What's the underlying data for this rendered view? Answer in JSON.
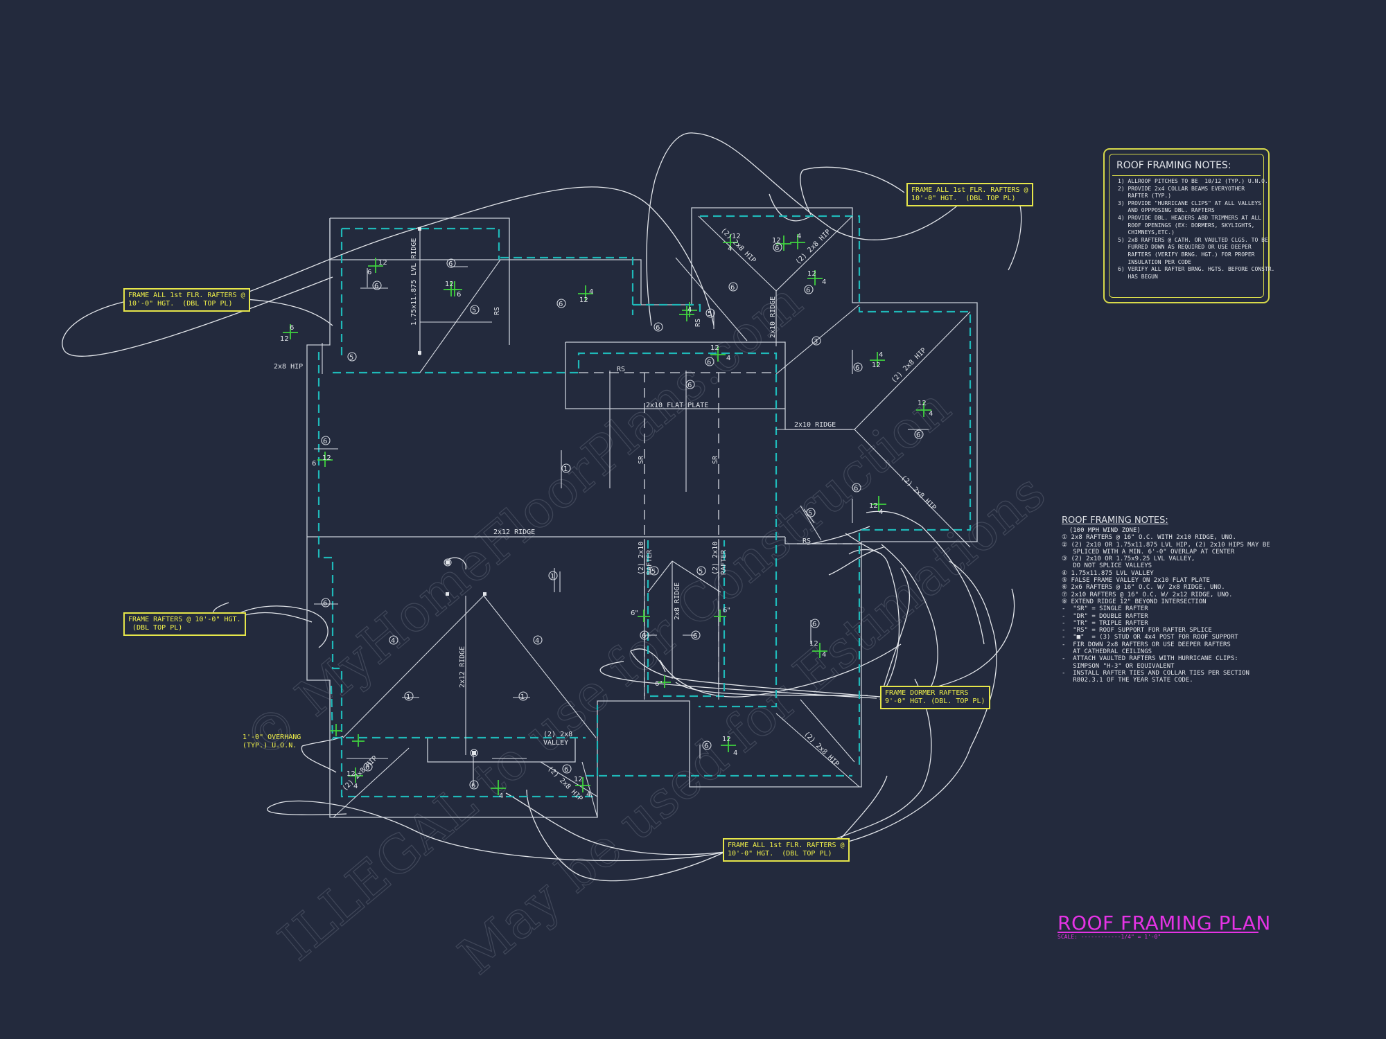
{
  "drawing": {
    "title": "ROOF FRAMING PLAN",
    "scale": "SCALE: ------------1/4\" = 1'-0\"",
    "watermark": {
      "line1": "© MyHomeFloorPlans.com",
      "line2": "ILLEGAL to use for Construction",
      "line3": "May be used for Estimations"
    }
  },
  "callouts": {
    "frame_left_top": "FRAME ALL 1st FLR. RAFTERS @\n10'-0\" HGT.  (DBL TOP PL)",
    "frame_top_right": "FRAME ALL 1st FLR. RAFTERS @\n10'-0\" HGT.  (DBL TOP PL)",
    "frame_left_mid": "FRAME RAFTERS @ 10'-0\" HGT.\n (DBL TOP PL)",
    "frame_dormer": "FRAME DORMER RAFTERS\n9'-0\" HGT. (DBL. TOP PL)",
    "frame_bottom": "FRAME ALL 1st FLR. RAFTERS @\n10'-0\" HGT.  (DBL TOP PL)",
    "overhang": "1'-0\" OVERHANG\n(TYP.) U.O.N."
  },
  "labels": {
    "lvl_ridge": "1.75x11.875 LVL RIDGE",
    "hip_2x8_left": "2x8 HIP",
    "hip_top_left": "(2) 2x8 HIP",
    "hip_top_right": "(2) 2x8 HIP",
    "ridge_2x10_vert": "2x10 RIDGE",
    "hip_right_top": "(2) 2x8 HIP",
    "hip_right_bottom": "(2) 2x8 HIP",
    "ridge_2x10_horiz": "2x10 RIDGE",
    "flat_plate": "2x10 FLAT PLATE",
    "rs": "RS",
    "sr": "SR",
    "ridge_2x12_horiz": "2x12 RIDGE",
    "ridge_2x12_vert": "2x12 RIDGE",
    "rafter_2x10": "(2) 2x10\nRAFTER",
    "ridge_2x8": "2x8 RIDGE",
    "valley": "(2) 2x8\nVALLEY",
    "hip_bottom_left": "(2) 2x8 HIP",
    "hip_bottom_mid": "(2) 2x8 HIP",
    "hip_bottom_right": "(2) 2x8 HIP",
    "pitch_six": "6",
    "pitch_twelve": "12",
    "pitch_four": "4",
    "six_inch": "6\""
  },
  "notes_box": {
    "title": "ROOF FRAMING NOTES:",
    "items": [
      "1) ALLROOF PITCHES TO BE  10/12 (TYP.) U.N.O.",
      "2) PROVIDE 2x4 COLLAR BEAMS EVERYOTHER",
      "   RAFTER (TYP.)",
      "3) PROVIDE \"HURRICANE CLIPS\" AT ALL VALLEYS",
      "   AND OPPPOSING DBL. RAFTERS",
      "4) PROVIDE DBL. HEADERS ABD TRIMMERS AT ALL",
      "   ROOF OPENINGS (EX: DORMERS, SKYLIGHTS,",
      "   CHIMNEYS,ETC.)",
      "5) 2x8 RAFTERS @ CATH. OR VAULTED CLGS. TO BE",
      "   FURRED DOWN AS REQUIRED OR USE DEEPER",
      "   RAFTERS (VERIFY BRNG. HGT.) FOR PROPER",
      "   INSULATION PER CODE",
      "6) VERIFY ALL RAFTER BRNG. HGTS. BEFORE CONSTR.",
      "   HAS BEGUN"
    ]
  },
  "general_notes": {
    "title": "ROOF FRAMING NOTES:",
    "items": [
      "  (100 MPH WIND ZONE)",
      "① 2x8 RAFTERS @ 16\" O.C. WITH 2x10 RIDGE, UNO.",
      "② (2) 2x10 OR 1.75x11.875 LVL HIP, (2) 2x10 HIPS MAY BE",
      "   SPLICED WITH A MIN. 6'-0\" OVERLAP AT CENTER",
      "③ (2) 2x10 OR 1.75x9.25 LVL VALLEY,",
      "   DO NOT SPLICE VALLEYS",
      "④ 1.75x11.875 LVL VALLEY",
      "⑤ FALSE FRAME VALLEY ON 2x10 FLAT PLATE",
      "⑥ 2x6 RAFTERS @ 16\" O.C. W/ 2x8 RIDGE, UNO.",
      "⑦ 2x10 RAFTERS @ 16\" O.C. W/ 2x12 RIDGE, UNO.",
      "⑧ EXTEND RIDGE 12\" BEYOND INTERSECTION",
      "-  \"SR\" = SINGLE RAFTER",
      "-  \"DR\" = DOUBLE RAFTER",
      "-  \"TR\" = TRIPLE RAFTER",
      "-  \"RS\" = ROOF SUPPORT FOR RAFTER SPLICE",
      "-  \"■\"  = (3) STUD OR 4x4 POST FOR ROOF SUPPORT",
      "-  FIR DOWN 2x8 RAFTERS OR USE DEEPER RAFTERS",
      "   AT CATHEDRAL CEILINGS",
      "-  ATTACH VAULTED RAFTERS WITH HURRICANE CLIPS:",
      "   SIMPSON \"H-3\" OR EQUIVALENT",
      "-  INSTALL RAFTER TIES AND COLLAR TIES PER SECTION",
      "   R802.3.1 OF THE YEAR STATE CODE."
    ]
  },
  "markers": {
    "one": "1",
    "three": "3",
    "four": "4",
    "five": "5",
    "six": "6"
  },
  "colors": {
    "background": "#232a3d",
    "wall_line": "#c9cfd9",
    "overhang_dash": "#1fb9b9",
    "callout_yellow": "#e6e64a",
    "pitch_green": "#3fd13f",
    "title_magenta": "#e533e5"
  }
}
